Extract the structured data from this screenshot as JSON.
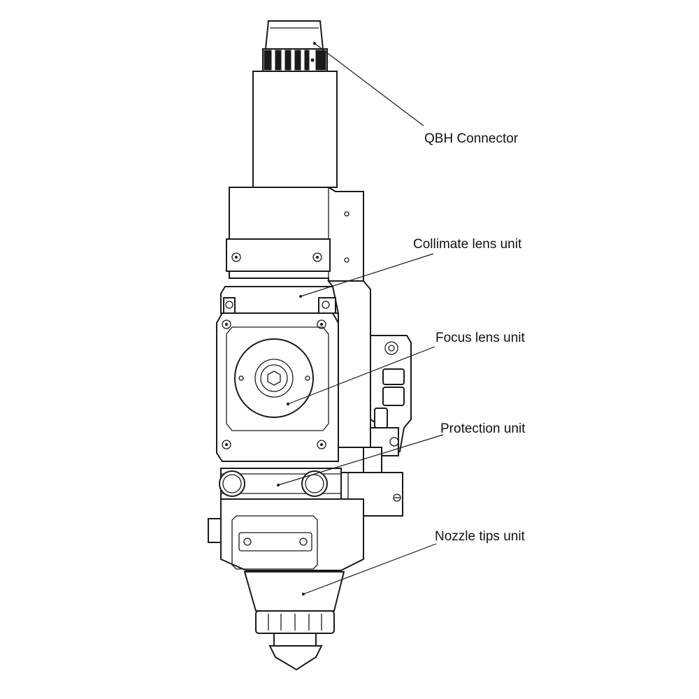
{
  "labels": {
    "qbh_connector": "QBH Connector",
    "collimate_lens_unit": "Collimate lens unit",
    "focus_lens_unit": "Focus lens unit",
    "protection_unit": "Protection unit",
    "nozzle_tips_unit": "Nozzle tips unit"
  },
  "colors": {
    "line": "#1a1a1a",
    "background": "#ffffff"
  }
}
